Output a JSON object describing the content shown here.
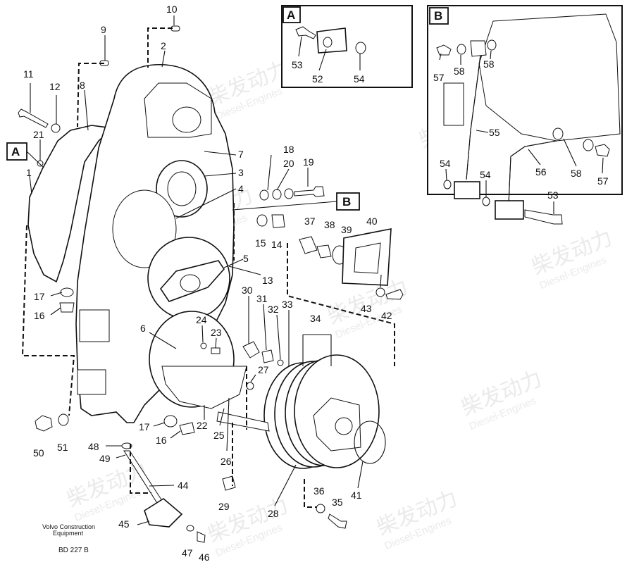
{
  "diagram": {
    "type": "exploded-parts-view",
    "footer": {
      "line1": "Volvo Construction",
      "line2": "Equipment",
      "code": "BD 227 B"
    },
    "detail_boxes": [
      {
        "letter": "A",
        "labels": [
          "53",
          "52",
          "54"
        ]
      },
      {
        "letter": "B",
        "labels": [
          "57",
          "58",
          "58",
          "55",
          "54",
          "54",
          "56",
          "58",
          "57",
          "53"
        ]
      }
    ],
    "callout_letters": [
      "A",
      "B"
    ],
    "watermark": {
      "cn": "柴发动力",
      "en": "Diesel-Engines"
    },
    "part_labels": [
      "10",
      "9",
      "2",
      "11",
      "12",
      "8",
      "21",
      "7",
      "1",
      "3",
      "4",
      "18",
      "20",
      "19",
      "37",
      "38",
      "39",
      "40",
      "15",
      "14",
      "5",
      "13",
      "17",
      "16",
      "30",
      "31",
      "32",
      "33",
      "34",
      "6",
      "24",
      "23",
      "43",
      "42",
      "27",
      "50",
      "51",
      "17",
      "16",
      "22",
      "25",
      "48",
      "49",
      "26",
      "44",
      "29",
      "28",
      "41",
      "36",
      "35",
      "45",
      "47",
      "46"
    ]
  }
}
